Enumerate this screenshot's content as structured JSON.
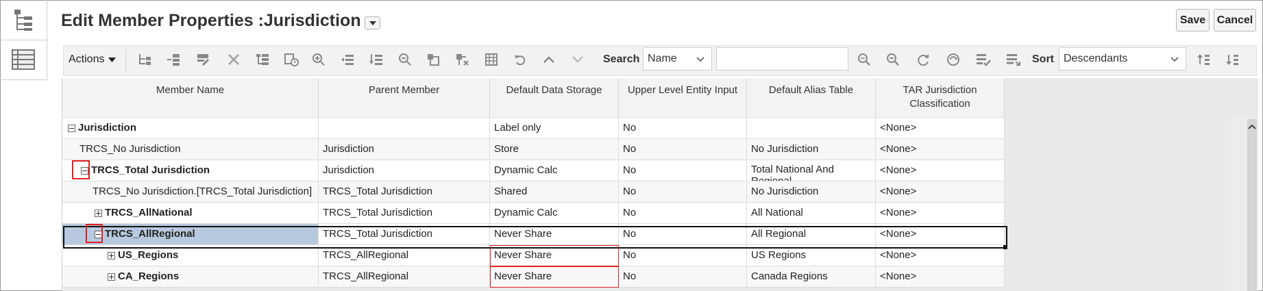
{
  "title": "Edit Member Properties :Jurisdiction",
  "buttons": {
    "save": "Save",
    "cancel": "Cancel"
  },
  "toolbar": {
    "actions_label": "Actions",
    "search_label": "Search",
    "search_field_value": "Name",
    "search_text": "",
    "sort_label": "Sort",
    "sort_value": "Descendants"
  },
  "columns": [
    "Member Name",
    "Parent Member",
    "Default Data Storage",
    "Upper Level Entity Input",
    "Default Alias Table",
    "TAR Jurisdiction Classification"
  ],
  "rows": [
    {
      "name": "Jurisdiction",
      "parent": "",
      "storage": "Label only",
      "upper": "No",
      "alias": "",
      "tar": "<None>"
    },
    {
      "name": "TRCS_No Jurisdiction",
      "parent": "Jurisdiction",
      "storage": "Store",
      "upper": "No",
      "alias": "No Jurisdiction",
      "tar": "<None>"
    },
    {
      "name": "TRCS_Total Jurisdiction",
      "parent": "Jurisdiction",
      "storage": "Dynamic Calc",
      "upper": "No",
      "alias": "Total National And Regional",
      "tar": "<None>"
    },
    {
      "name": "TRCS_No Jurisdiction.[TRCS_Total Jurisdiction]",
      "parent": "TRCS_Total Jurisdiction",
      "storage": "Shared",
      "upper": "No",
      "alias": "No Jurisdiction",
      "tar": "<None>"
    },
    {
      "name": "TRCS_AllNational",
      "parent": "TRCS_Total Jurisdiction",
      "storage": "Dynamic Calc",
      "upper": "No",
      "alias": "All National",
      "tar": "<None>"
    },
    {
      "name": "TRCS_AllRegional",
      "parent": "TRCS_Total Jurisdiction",
      "storage": "Never Share",
      "upper": "No",
      "alias": "All Regional",
      "tar": "<None>"
    },
    {
      "name": "US_Regions",
      "parent": "TRCS_AllRegional",
      "storage": "Never Share",
      "upper": "No",
      "alias": "US Regions",
      "tar": "<None>"
    },
    {
      "name": "CA_Regions",
      "parent": "TRCS_AllRegional",
      "storage": "Never Share",
      "upper": "No",
      "alias": "Canada Regions",
      "tar": "<None>"
    }
  ],
  "colors": {
    "selected_row": "#b7c9de",
    "highlight": "#e02020"
  }
}
